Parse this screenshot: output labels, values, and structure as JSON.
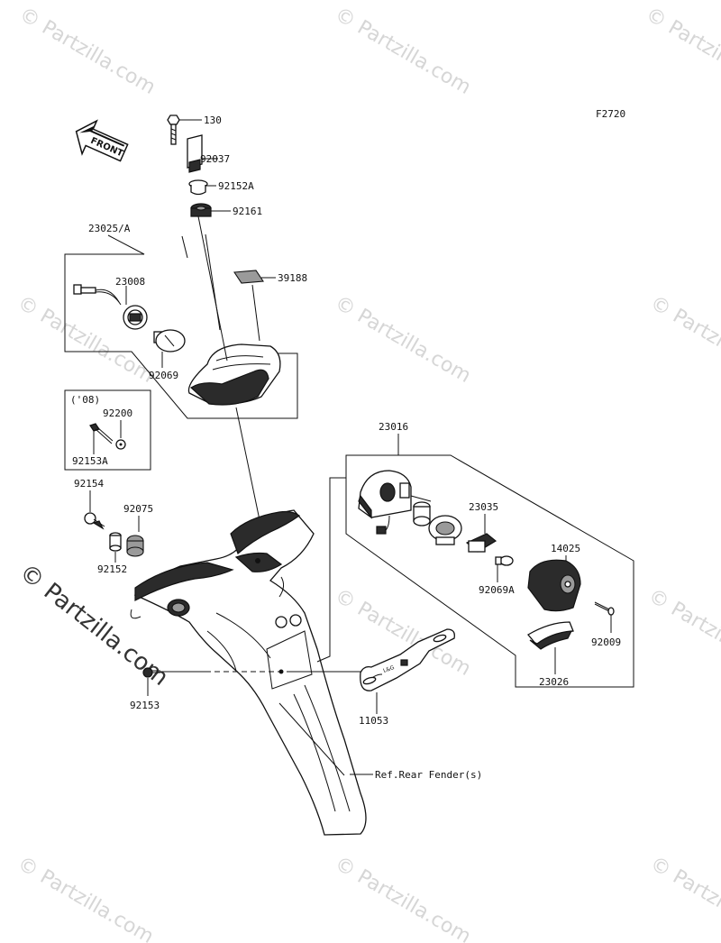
{
  "watermark": "© Partzilla.com",
  "figure_code": "F2720",
  "front_label": "FRONT",
  "year_note": "('08)",
  "parts": {
    "p130": "130",
    "p92037": "92037",
    "p92152A": "92152A",
    "p92161": "92161",
    "p23025A": "23025/A",
    "p23008": "23008",
    "p39188": "39188",
    "p92069": "92069",
    "p92200": "92200",
    "p92153A": "92153A",
    "p92154": "92154",
    "p92075": "92075",
    "p92152": "92152",
    "p23016": "23016",
    "p23035": "23035",
    "p14025": "14025",
    "p92069A": "92069A",
    "p92009": "92009",
    "p23026": "23026",
    "p92153": "92153",
    "p11053": "11053",
    "ref_rear_fender": "Ref.Rear Fender(s)"
  },
  "colors": {
    "line": "#111111",
    "watermark": "#d6d6d6",
    "background": "#ffffff"
  }
}
